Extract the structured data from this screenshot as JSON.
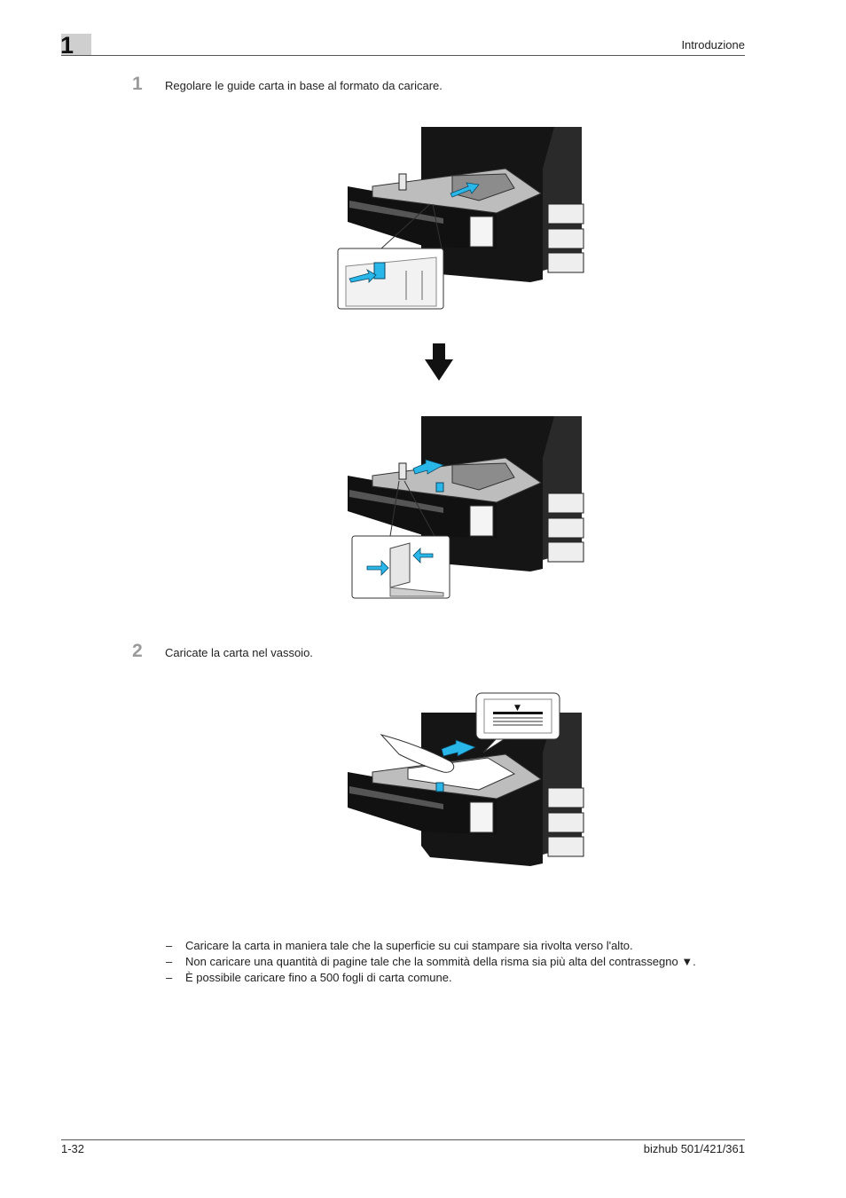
{
  "header": {
    "chapter_number": "1",
    "section_title": "Introduzione"
  },
  "steps": [
    {
      "number": "1",
      "text": "Regolare le guide carta in base al formato da caricare."
    },
    {
      "number": "2",
      "text": "Caricate la carta nel vassoio."
    }
  ],
  "notes": [
    {
      "dash": "–",
      "text": "Caricare la carta in maniera tale che la superficie su cui stampare sia rivolta verso l'alto."
    },
    {
      "dash": "–",
      "text": "Non caricare una quantità di pagine tale che la sommità della risma sia più alta del contrassegno ▼."
    },
    {
      "dash": "–",
      "text": "È possibile caricare fino a 500 fogli di carta comune."
    }
  ],
  "figures": {
    "accent_color": "#29b6e8",
    "fill_mark_glyph": "▼"
  },
  "footer": {
    "page_number": "1-32",
    "model": "bizhub 501/421/361"
  }
}
